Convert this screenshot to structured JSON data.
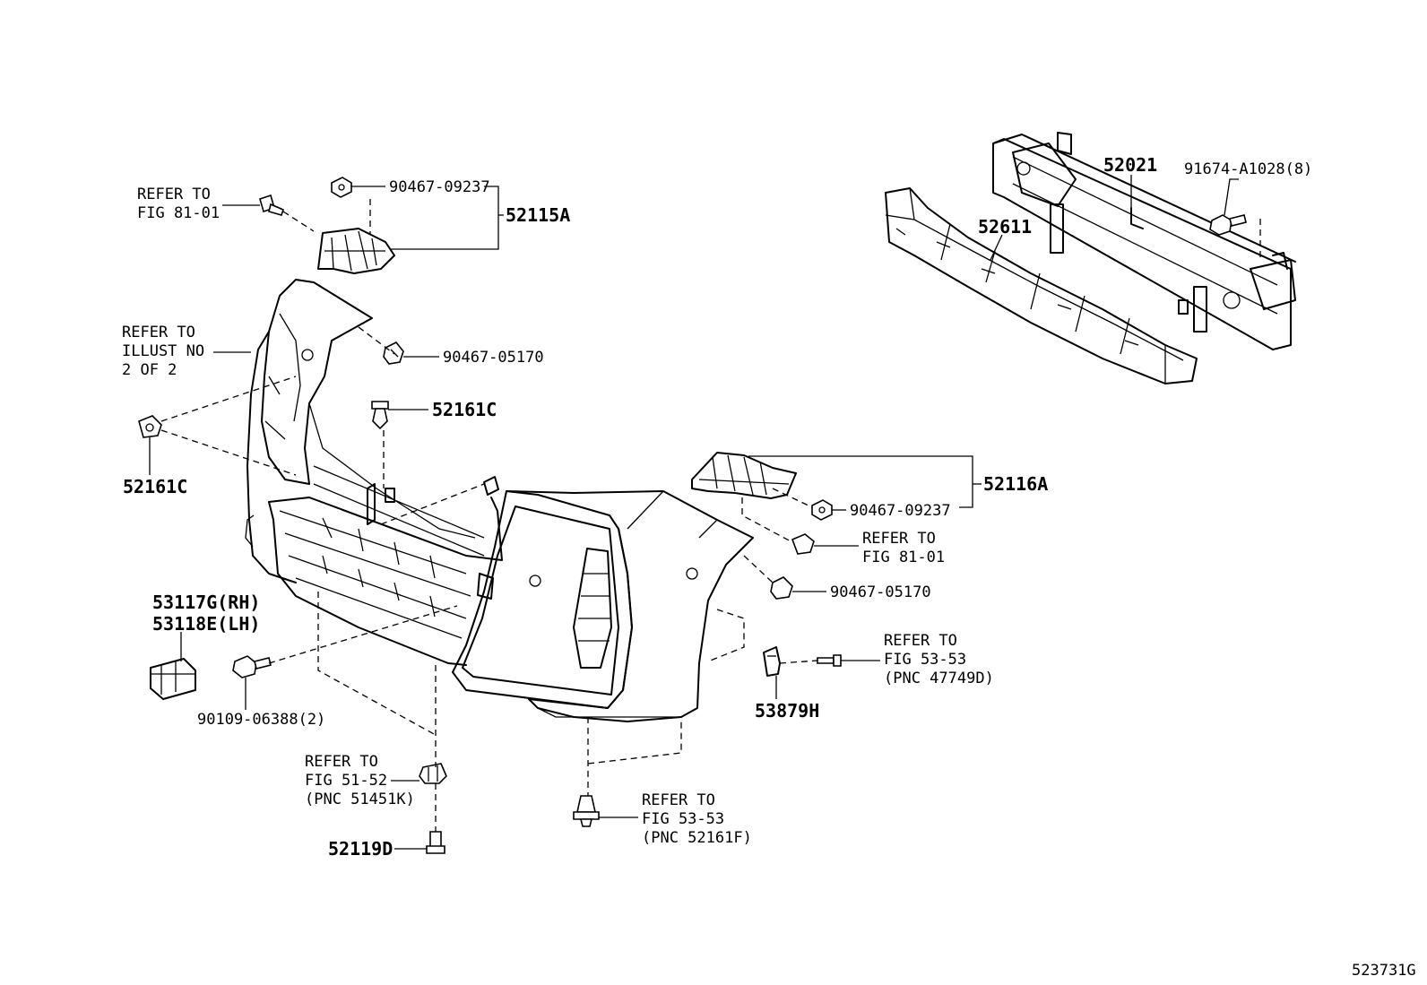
{
  "callouts": {
    "refer_81_01_top": [
      "REFER TO",
      "FIG 81-01"
    ],
    "p90467_09237_top": "90467-09237",
    "p52115A": "52115A",
    "refer_illust": [
      "REFER TO",
      "ILLUST NO",
      "2 OF 2"
    ],
    "p90467_05170_top": "90467-05170",
    "p52161C_center": "52161C",
    "p52161C_left": "52161C",
    "p52021": "52021",
    "p91674": "91674-A1028(8)",
    "p52611": "52611",
    "p52116A": "52116A",
    "p90467_09237_right": "90467-09237",
    "refer_81_01_right": [
      "REFER TO",
      "FIG 81-01"
    ],
    "p90467_05170_right": "90467-05170",
    "p53117G": [
      "53117G(RH)",
      "53118E(LH)"
    ],
    "p90109": "90109-06388(2)",
    "refer_53_53_a": [
      "REFER TO",
      "FIG 53-53",
      "(PNC 47749D)"
    ],
    "p53879H": "53879H",
    "refer_51_52": [
      "REFER TO",
      "FIG 51-52",
      "(PNC 51451K)"
    ],
    "p52119D": "52119D",
    "refer_53_53_b": [
      "REFER TO",
      "FIG 53-53",
      "(PNC 52161F)"
    ],
    "diagram_id": "523731G"
  }
}
